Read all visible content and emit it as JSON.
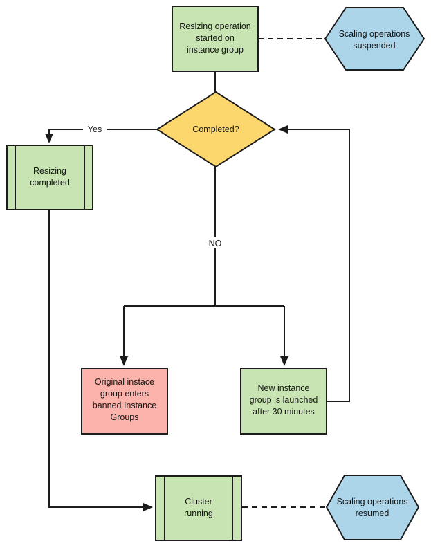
{
  "diagram": {
    "colors": {
      "node_green": "#c8e4b2",
      "node_yellow": "#fbd76e",
      "node_blue": "#acd5ea",
      "node_pink": "#fcb3ab",
      "line": "#1c1c1c",
      "background": "#ffffff"
    },
    "nodes": {
      "start": {
        "shape": "rectangle",
        "fill": "#c8e4b2",
        "lines": [
          "Resizing operation",
          "started on",
          "instance group"
        ]
      },
      "suspended": {
        "shape": "hexagon",
        "fill": "#acd5ea",
        "lines": [
          "Scaling operations",
          "suspended"
        ]
      },
      "decision": {
        "shape": "diamond",
        "fill": "#fbd76e",
        "lines": [
          "Completed?"
        ]
      },
      "resizing_completed": {
        "shape": "predefined-process",
        "fill": "#c8e4b2",
        "lines": [
          "Resizing",
          "completed"
        ]
      },
      "banned_group": {
        "shape": "rectangle",
        "fill": "#fcb3ab",
        "lines": [
          "Original instace",
          "group enters",
          "banned Instance",
          "Groups"
        ]
      },
      "new_group": {
        "shape": "rectangle",
        "fill": "#c8e4b2",
        "lines": [
          "New instance",
          "group is launched",
          "after 30 minutes"
        ]
      },
      "cluster_running": {
        "shape": "predefined-process",
        "fill": "#c8e4b2",
        "lines": [
          "Cluster",
          "running"
        ]
      },
      "resumed": {
        "shape": "hexagon",
        "fill": "#acd5ea",
        "lines": [
          "Scaling operations",
          "resumed"
        ]
      }
    },
    "edge_labels": {
      "yes": "Yes",
      "no": "NO"
    }
  }
}
